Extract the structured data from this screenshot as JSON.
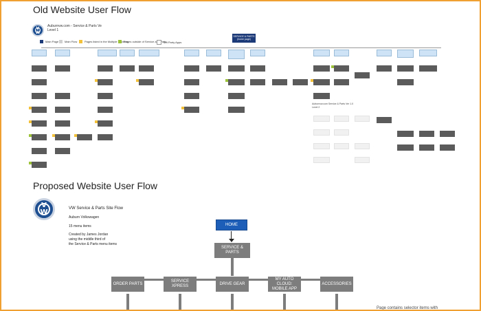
{
  "old_flow": {
    "title": "Old Website User Flow",
    "site_name": "Auburnvw.com - Service & Parts Ve",
    "level": "Level 1",
    "home_label": "SERVICE & PARTS",
    "home_sub": "(home page)",
    "legend": [
      {
        "label": "Main Page",
        "color": "#1d3a78"
      },
      {
        "label": "Main Flow",
        "color": "#cfcfcf"
      },
      {
        "label": "Pages listed in the Multiple Sections",
        "color": "#f4c23a"
      },
      {
        "label": "Pages outside of Service and Parts",
        "color": "#9dc33b"
      },
      {
        "label": "3rd Party Apps",
        "color": "#ffffff"
      }
    ],
    "side_note_1": "Auburnvw.com Service & Parts Ver 1.0",
    "side_note_2": "Level 2"
  },
  "new_flow": {
    "title": "Proposed Website User Flow",
    "flow_title": "VW Service & Parts Site Flow",
    "dealer": "Auburn Volkswagen",
    "menu_count": "15 menu items",
    "credit_1": "Created by James Jordan",
    "credit_2": "using the middle third of",
    "credit_3": "the Service & Parts  menu items",
    "home": "HOME",
    "hub": "SERVICE & PARTS",
    "categories": [
      "ORDER PARTS",
      "SERVICE XPRESS",
      "DRIVE GEAR",
      "MY AUTO CLOUD: MOBILE APP",
      "ACCESSORIES"
    ],
    "footer_note": "Page contains selector items with"
  }
}
